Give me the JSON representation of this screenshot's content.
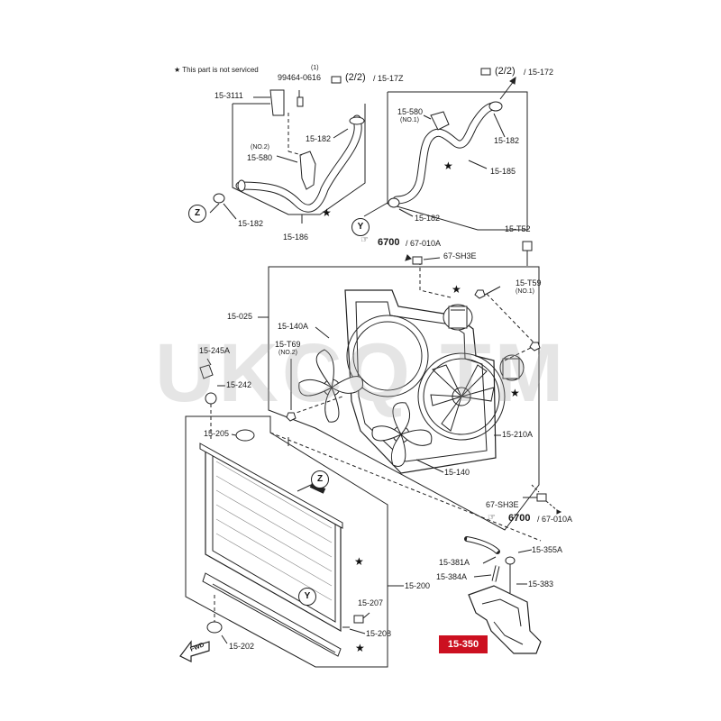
{
  "watermark": "UKCQ     TM",
  "note": "★ This part is not serviced",
  "highlight_part": "15-350",
  "highlight_color": "#cc1020",
  "labels": {
    "p99464_qty": "(1)",
    "p99464": "99464-0616",
    "ref_2_2_left": "(2/2)",
    "ref_17z": "/ 15-17Z",
    "ref_2_2_right": "(2/2)",
    "ref_172": "/ 15-172",
    "p15_3111": "15-3111",
    "p15_182_a": "15-182",
    "p15_580_no2_tag": "(NO.2)",
    "p15_580_a": "15-580",
    "p15_182_b": "15-182",
    "p15_186": "15-186",
    "p15_580_b": "15-580",
    "p15_580_no1_tag": "(NO.1)",
    "p15_182_c": "15-182",
    "p15_185": "15-185",
    "p15_182_d": "15-182",
    "ref_6700_top": "6700",
    "ref_010a_top": "/ 67-010A",
    "p67_sh3e_top": "67-SH3E",
    "p15_t52": "15-T52",
    "p15_t59_top": "15-T59",
    "p15_t59_no1_tag": "(NO.1)",
    "p15_025": "15-025",
    "p15_140a": "15-140A",
    "p15_t69": "15-T69",
    "p15_t69_no2_tag": "(NO.2)",
    "p15_245a": "15-245A",
    "p15_242": "15-242",
    "p15_205": "15-205",
    "p15_210a": "15-210A",
    "p15_140": "15-140",
    "p67_sh3e_bottom": "67-SH3E",
    "ref_6700_bottom": "6700",
    "ref_010a_bottom": "/ 67-010A",
    "p15_355a": "15-355A",
    "p15_381a": "15-381A",
    "p15_384a": "15-384A",
    "p15_383": "15-383",
    "p15_200": "15-200",
    "p15_207": "15-207",
    "p15_208": "15-208",
    "p15_202": "15-202",
    "fwd": "FWD"
  },
  "circle_refs": {
    "z_left": "Z",
    "y_upper": "Y",
    "z_radiator": "Z",
    "y_radiator": "Y"
  }
}
